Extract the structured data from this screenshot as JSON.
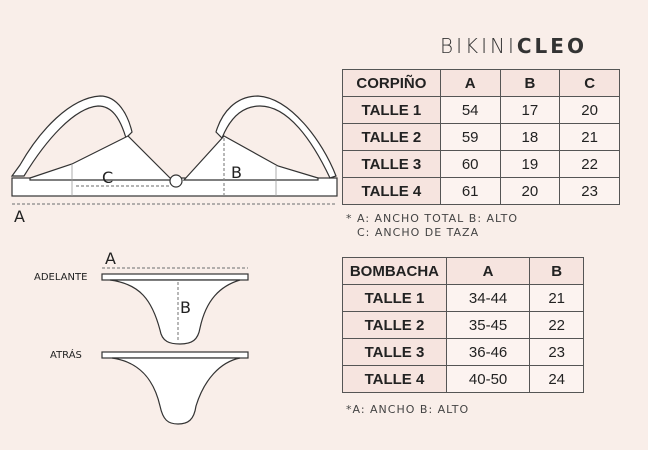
{
  "brand": {
    "part1": "BIKINI",
    "part2": "CLEO"
  },
  "bra_table": {
    "headers": [
      "CORPIÑO",
      "A",
      "B",
      "C"
    ],
    "rows": [
      {
        "size": "TALLE 1",
        "values": [
          "54",
          "17",
          "20"
        ]
      },
      {
        "size": "TALLE 2",
        "values": [
          "59",
          "18",
          "21"
        ]
      },
      {
        "size": "TALLE 3",
        "values": [
          "60",
          "19",
          "22"
        ]
      },
      {
        "size": "TALLE 4",
        "values": [
          "61",
          "20",
          "23"
        ]
      }
    ],
    "note_line1": "* A: ANCHO TOTAL B: ALTO",
    "note_line2": "C: ANCHO DE TAZA"
  },
  "panty_table": {
    "headers": [
      "BOMBACHA",
      "A",
      "B"
    ],
    "rows": [
      {
        "size": "TALLE 1",
        "values": [
          "34-44",
          "21"
        ]
      },
      {
        "size": "TALLE 2",
        "values": [
          "35-45",
          "22"
        ]
      },
      {
        "size": "TALLE 3",
        "values": [
          "36-46",
          "23"
        ]
      },
      {
        "size": "TALLE 4",
        "values": [
          "40-50",
          "24"
        ]
      }
    ],
    "note": "*A: ANCHO B: ALTO"
  },
  "diagram": {
    "bra_labels": {
      "a": "A",
      "b": "B",
      "c": "C"
    },
    "panty_labels": {
      "a": "A",
      "b": "B",
      "front": "ADELANTE",
      "back": "ATRÁS"
    }
  },
  "colors": {
    "background": "#f9eee9",
    "header_fill": "#f6e4df",
    "line": "#555555"
  }
}
